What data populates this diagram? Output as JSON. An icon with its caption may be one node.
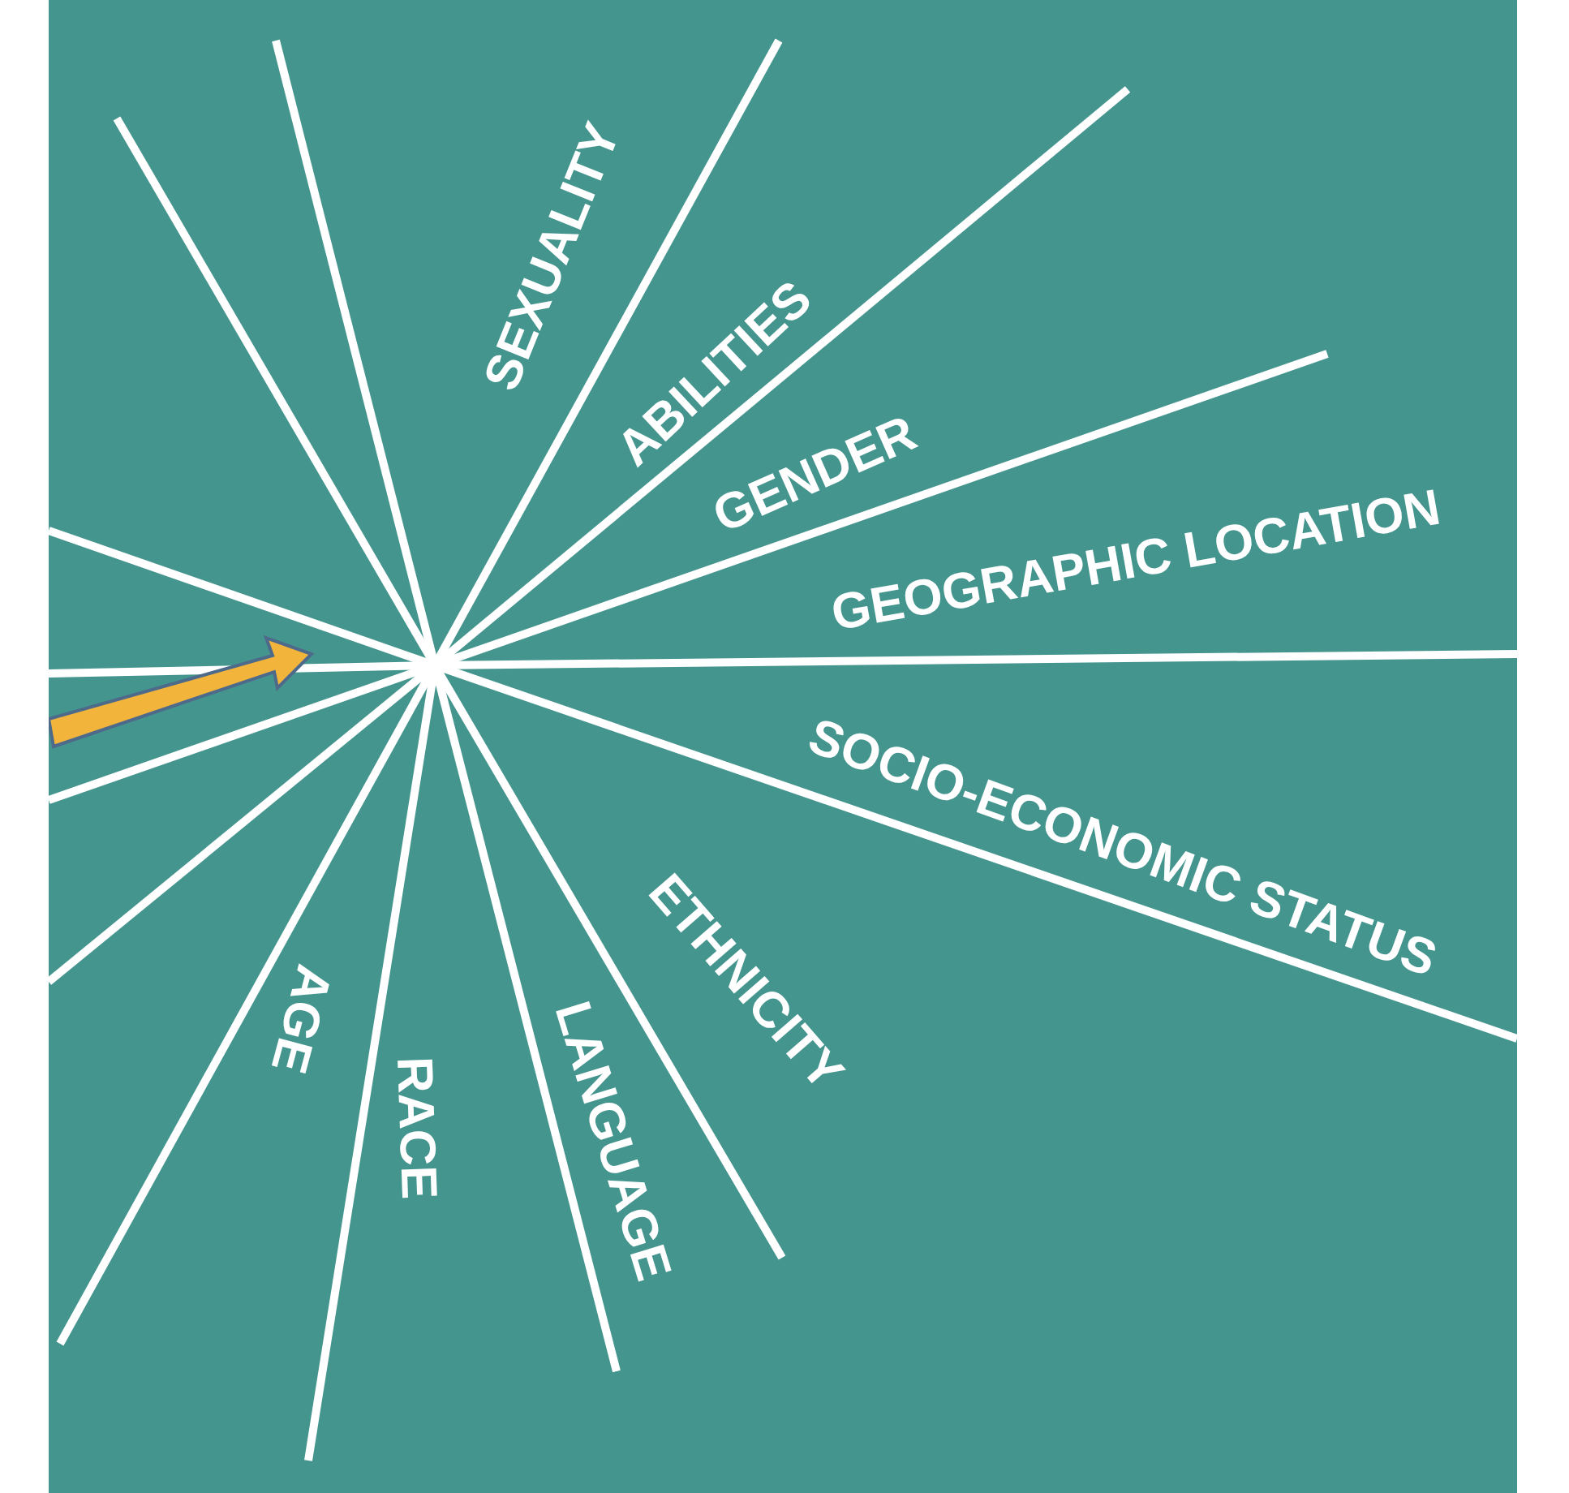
{
  "diagram": {
    "labels": [
      "SEXUALITY",
      "ABILITIES",
      "GENDER",
      "GEOGRAPHIC LOCATION",
      "SOCIO-ECONOMIC STATUS",
      "ETHNICITY",
      "LANGUAGE",
      "RACE",
      "AGE"
    ]
  }
}
